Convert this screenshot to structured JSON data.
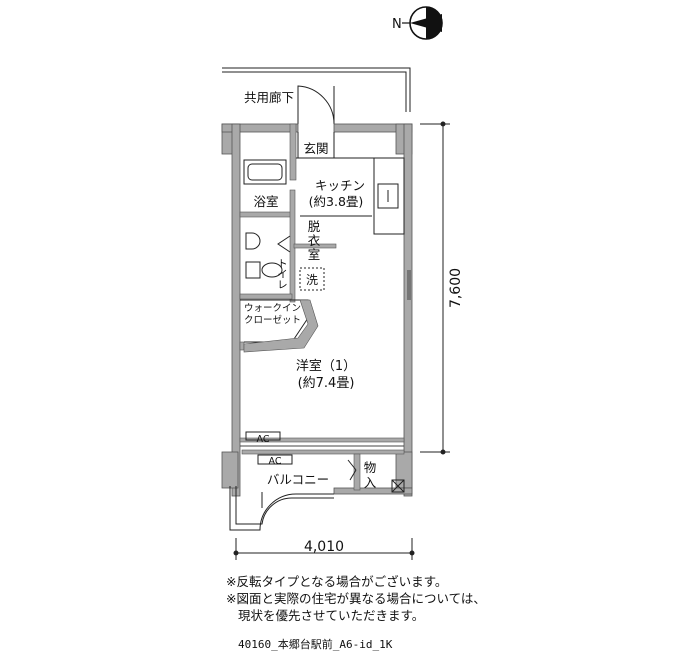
{
  "compass": {
    "north_label": "N"
  },
  "rooms": {
    "corridor": "共用廊下",
    "entrance": "玄関",
    "kitchen": "キッチン",
    "kitchen_area": "(約3.8畳)",
    "bath": "浴室",
    "dressing_1": "脱",
    "dressing_2": "衣",
    "dressing_3": "室",
    "toilet": "トイレ",
    "washer": "洗",
    "closet_line1": "ウォークイン",
    "closet_line2": "クローゼット",
    "western": "洋室（1）",
    "western_area": "(約7.4畳)",
    "ac_upper": "AC",
    "ac_lower": "AC",
    "balcony": "バルコニー",
    "storage_1": "物",
    "storage_2": "入"
  },
  "dimensions": {
    "width": "4,010",
    "depth": "7,600"
  },
  "notes": [
    "※反転タイプとなる場合がございます。",
    "※図面と実際の住宅が異なる場合については、",
    "現状を優先させていただきます。"
  ],
  "plan_code": "40160_本郷台駅前_A6-id_1K"
}
